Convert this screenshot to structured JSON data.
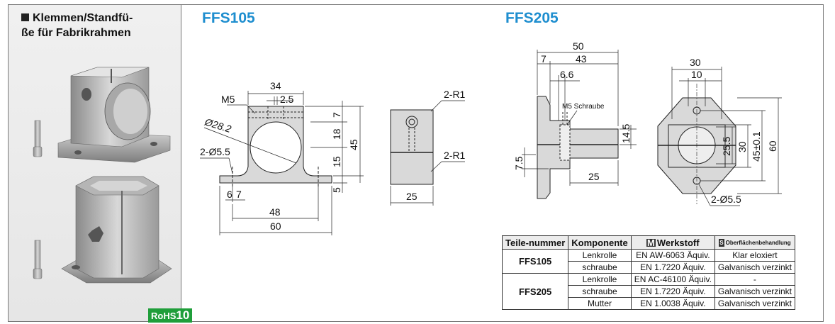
{
  "product": {
    "title_line1": "Klemmen/Standfü-",
    "title_line2": "ße für Fabrikrahmen",
    "rohs_prefix": "RoHS",
    "rohs_suffix": "10"
  },
  "ffs105": {
    "header": "FFS105",
    "dims": {
      "d34": "34",
      "d2_5": "2.5",
      "m5": "M5",
      "phi28": "Ø28.2",
      "hole": "2-Ø5.5",
      "d6": "6",
      "d7b": "7",
      "d48": "48",
      "d60": "60",
      "d7": "7",
      "d18": "18",
      "d15": "15",
      "d5": "5",
      "d45": "45",
      "r1a": "2-R1",
      "r1b": "2-R1",
      "d25": "25"
    }
  },
  "ffs205": {
    "header": "FFS205",
    "dims": {
      "d50": "50",
      "d7": "7",
      "d43": "43",
      "d6_6": "6.6",
      "screw": "M5 Schraube",
      "d7_5": "7.5",
      "d25": "25",
      "d14_5": "14.5",
      "d30t": "30",
      "d10": "10",
      "d25_5": "25.5",
      "d30": "30",
      "d45": "45±0.1",
      "d60": "60",
      "hole": "2-Ø5.5"
    }
  },
  "table": {
    "headers": [
      "Teile-nummer",
      "Komponente",
      "Werkstoff",
      "Oberflächenbehandlung"
    ],
    "header_badges": [
      "M",
      "S"
    ],
    "rows": [
      {
        "part": "FFS105",
        "component": "Lenkrolle",
        "material": "EN AW-6063 Äquiv.",
        "finish": "Klar eloxiert"
      },
      {
        "part": "",
        "component": "schraube",
        "material": "EN 1.7220 Äquiv.",
        "finish": "Galvanisch verzinkt"
      },
      {
        "part": "FFS205",
        "component": "Lenkrolle",
        "material": "EN AC-46100 Äquiv.",
        "finish": "-"
      },
      {
        "part": "",
        "component": "schraube",
        "material": "EN 1.7220 Äquiv.",
        "finish": "Galvanisch verzinkt"
      },
      {
        "part": "",
        "component": "Mutter",
        "material": "EN 1.0038 Äquiv.",
        "finish": "Galvanisch verzinkt"
      }
    ]
  }
}
